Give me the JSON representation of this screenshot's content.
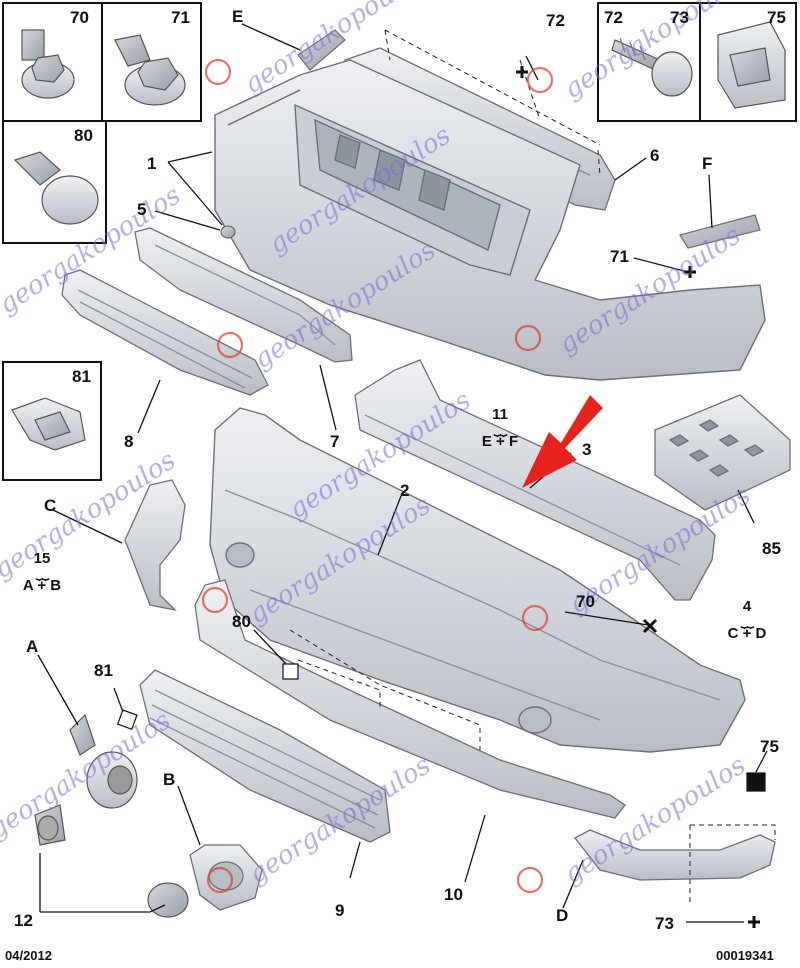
{
  "footer": {
    "date": "04/2012",
    "code": "00019341"
  },
  "watermark": {
    "text": "georgakopoulos",
    "color": "#7a6fdc",
    "logo_color": "#e0392b"
  },
  "callouts": {
    "n1": "1",
    "n2": "2",
    "n3": "3",
    "n4": "4",
    "n5": "5",
    "n6": "6",
    "n7": "7",
    "n8": "8",
    "n9": "9",
    "n10": "10",
    "n11": "11",
    "n12": "12",
    "n15": "15",
    "n70": "70",
    "n71": "71",
    "n72": "72",
    "n73": "73",
    "n75": "75",
    "n80": "80",
    "n81": "81",
    "n85": "85",
    "lA": "A",
    "lB": "B",
    "lC": "C",
    "lD": "D",
    "lE": "E",
    "lF": "F"
  },
  "fastener_boxes": {
    "box70": "70",
    "box71": "71",
    "box72": "72",
    "box73": "73",
    "box75": "75",
    "box80": "80",
    "box81": "81"
  },
  "groups": {
    "g11": {
      "num": "11",
      "sub": "E + F"
    },
    "g15": {
      "num": "15",
      "sub": "A + B"
    },
    "g4": {
      "num": "4",
      "sub": "C + D"
    }
  },
  "colors": {
    "part_fill": "#dde1e6",
    "part_stroke": "#6b7078",
    "arrow": "#e8231d",
    "line": "#111111"
  }
}
